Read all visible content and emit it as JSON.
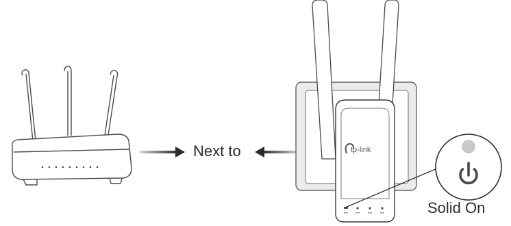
{
  "labels": {
    "next_to": "Next to",
    "solid_on": "Solid On"
  },
  "extender": {
    "brand": "tp-link"
  },
  "icons": {
    "router": "wifi-router-icon",
    "extender": "range-extender-icon",
    "power": "power-icon"
  },
  "colors": {
    "line": "#2b2b2b",
    "panel": "#ececec",
    "led_off": "#c9c9c9"
  }
}
